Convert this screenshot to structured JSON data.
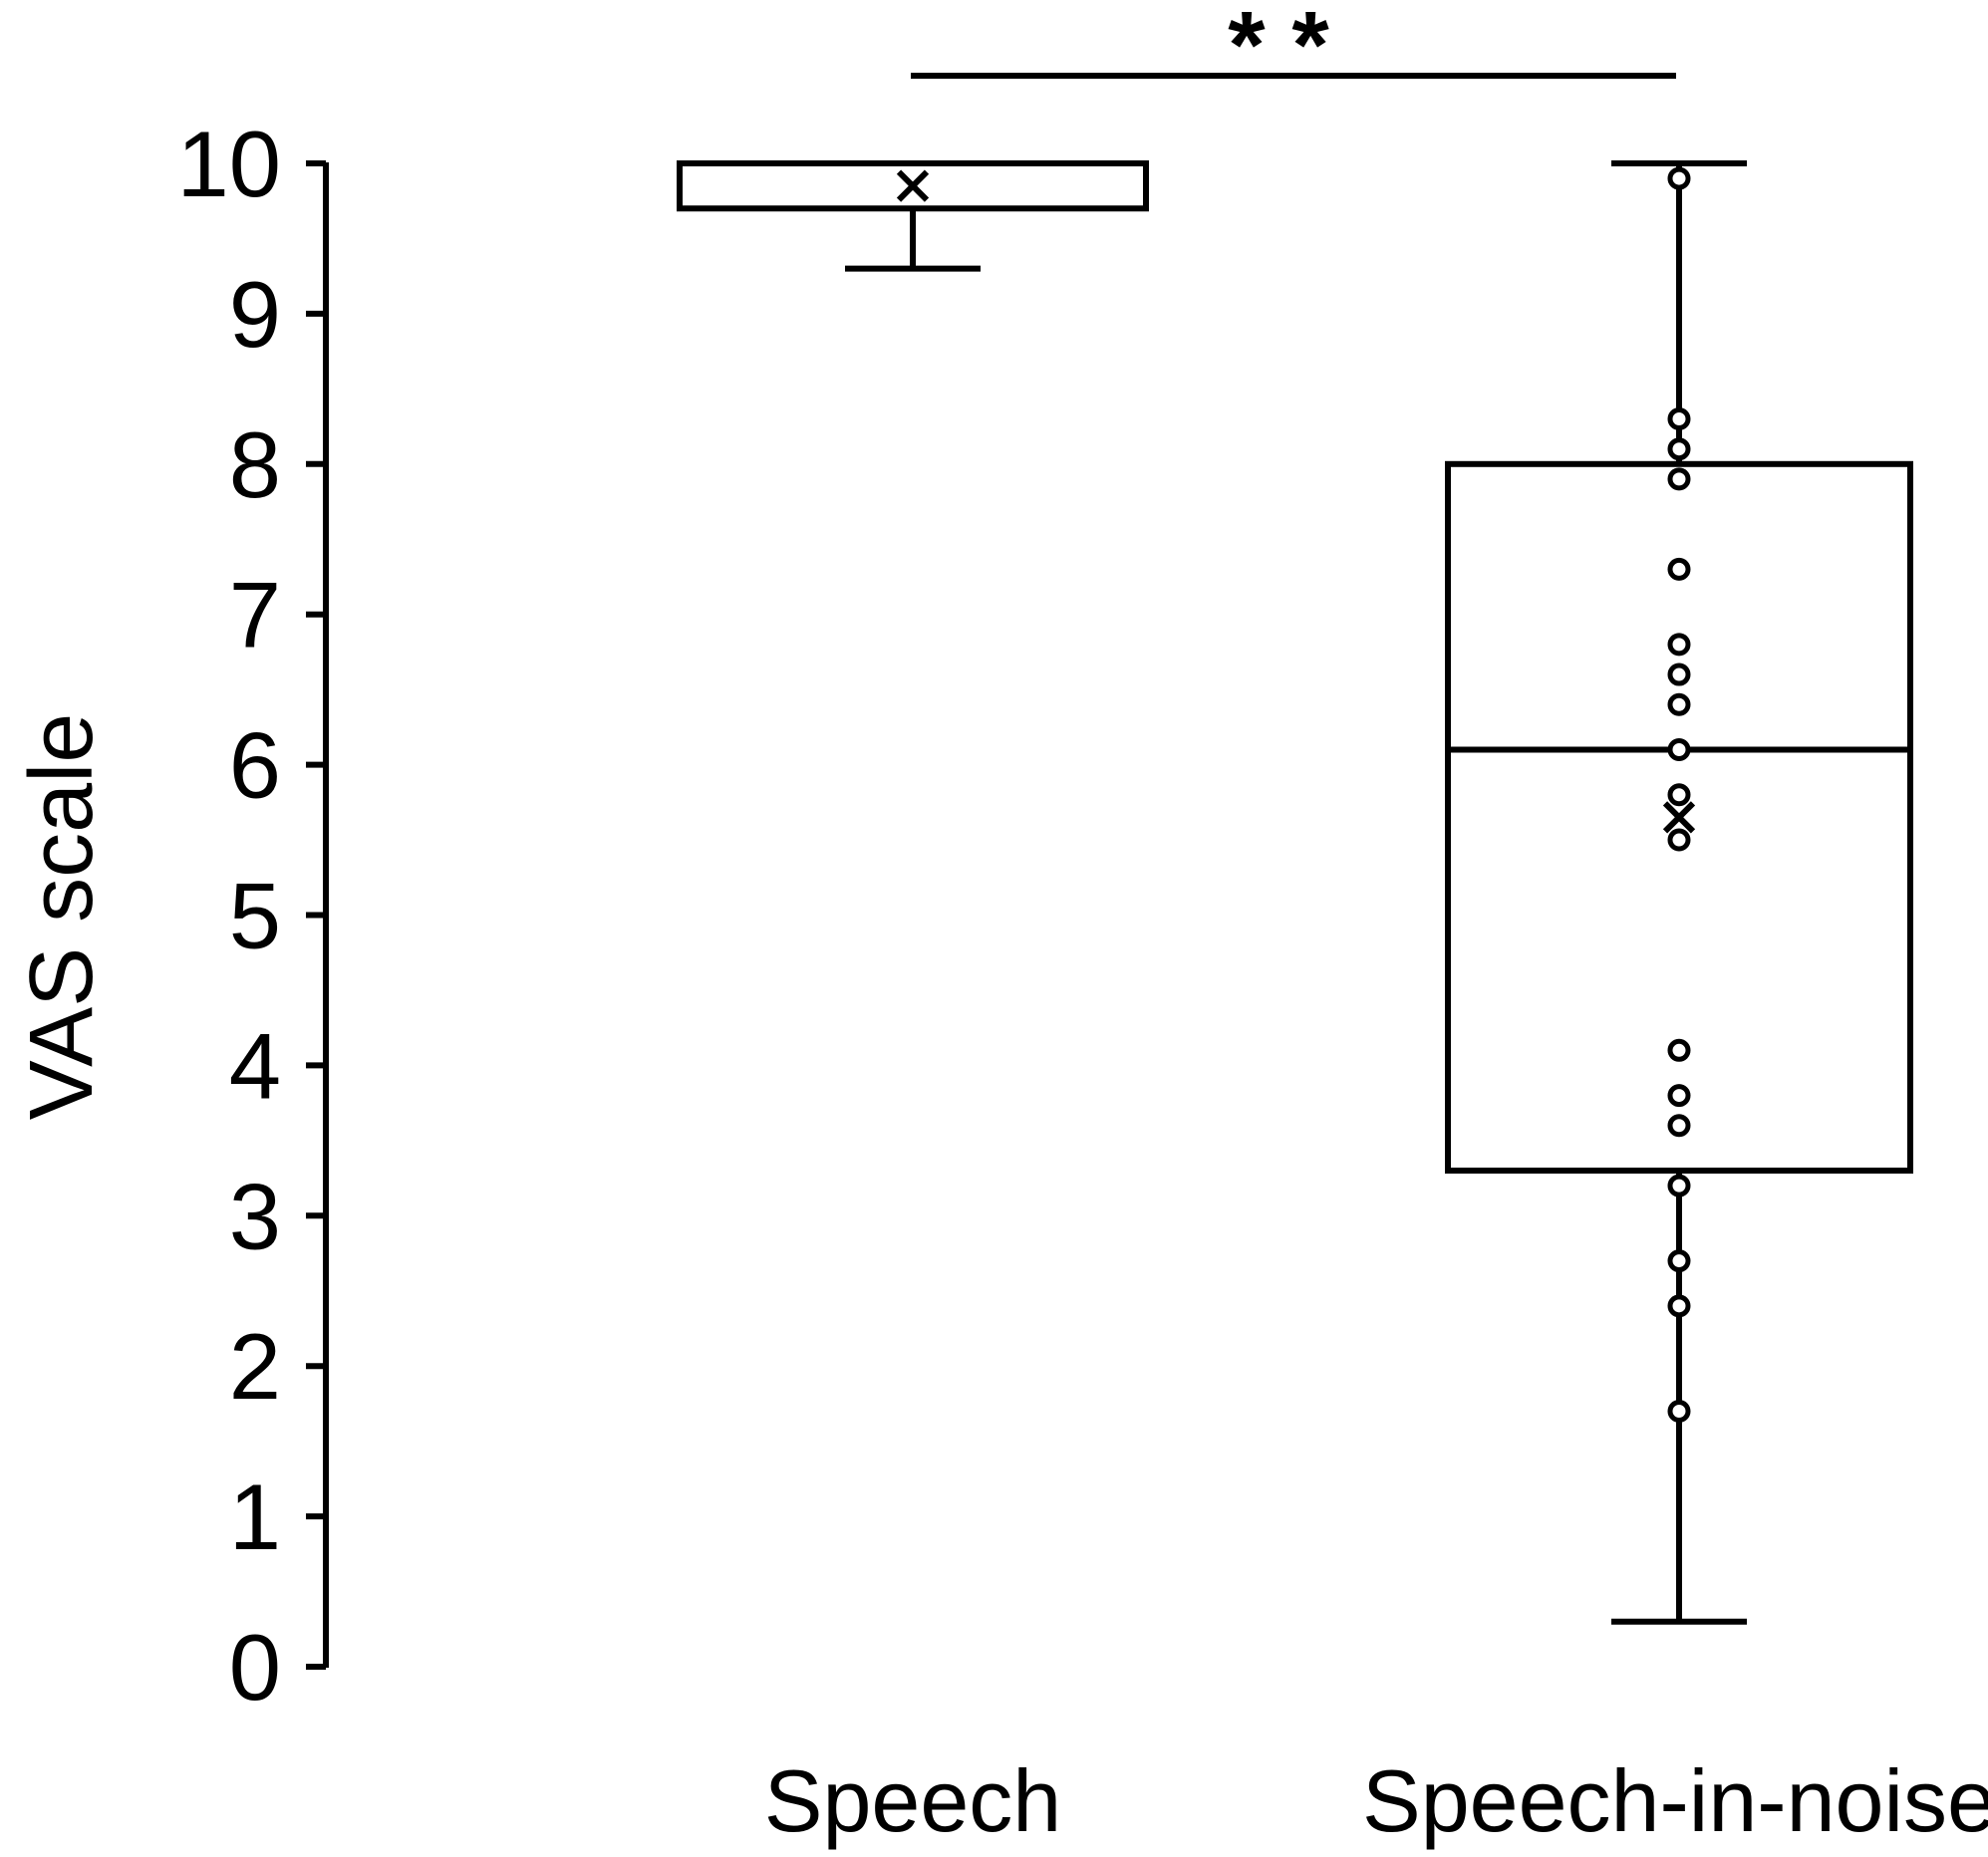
{
  "chart_data": {
    "type": "box",
    "ylabel": "VAS scale",
    "xlabel": "",
    "ylim": [
      0,
      10
    ],
    "yticks": [
      "0",
      "1",
      "2",
      "3",
      "4",
      "5",
      "6",
      "7",
      "8",
      "9",
      "10"
    ],
    "categories": [
      "Speech",
      "Speech-in-noise"
    ],
    "boxes": [
      {
        "category": "Speech",
        "whisker_low": 9.3,
        "q1": 9.7,
        "median": 10.0,
        "q3": 10.0,
        "whisker_high": 10.0,
        "mean": 9.85,
        "points": []
      },
      {
        "category": "Speech-in-noise",
        "whisker_low": 0.3,
        "q1": 3.3,
        "median": 6.1,
        "q3": 8.0,
        "whisker_high": 10.0,
        "mean": 5.65,
        "points": [
          9.9,
          8.3,
          8.1,
          7.9,
          7.3,
          6.8,
          6.6,
          6.4,
          6.1,
          5.8,
          5.5,
          4.1,
          3.8,
          3.6,
          3.2,
          2.7,
          2.4,
          1.7
        ]
      }
    ],
    "significance": {
      "between": [
        "Speech",
        "Speech-in-noise"
      ],
      "label": "* *"
    },
    "grid": false,
    "legend": "none",
    "line_color": "#000000"
  }
}
